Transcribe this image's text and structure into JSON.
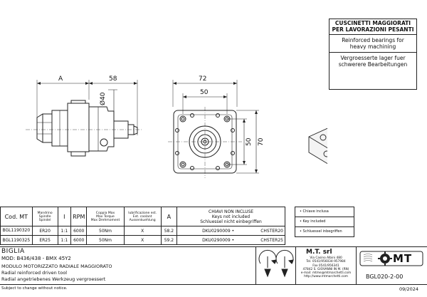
{
  "header": {
    "title_it": "CUSCINETTI MAGGIORATI\nPER LAVORAZIONI PESANTI",
    "title_en": "Reinforced bearings for\nheavy machining",
    "title_de": "Vergroesserte lager fuer\nschwerere Bearbeitungen"
  },
  "dimensions": {
    "a": "A",
    "d58": "58",
    "d40": "Ø40",
    "d72": "72",
    "d50h": "50",
    "d50v": "50",
    "d70": "70"
  },
  "table": {
    "headers": {
      "cod": "Cod. MT",
      "mandrino": "Mandrino\nSpindle\nSpindel",
      "ratio": "I",
      "rpm": "RPM",
      "coppia": "Coppia Max\nMax Torque\nMax Drehmoment",
      "lubrificazione": "lubrificazione est.\nExt. coolant\nAussenkuehlung",
      "a": "A",
      "chiavi": "CHIAVI NON INCLUSE\nKeys not included\nSchluessel nicht einbegriffen"
    },
    "rows": [
      {
        "cod": "BGL1190320",
        "spindle": "ER20",
        "ratio": "1:1",
        "rpm": "6000",
        "torque": "50Nm",
        "coolant": "X",
        "a": "58.2",
        "key1": "DKU0290009 •",
        "key2": "CHSTER20"
      },
      {
        "cod": "BGL1190325",
        "spindle": "ER25",
        "ratio": "1:1",
        "rpm": "6000",
        "torque": "50Nm",
        "coolant": "X",
        "a": "59.2",
        "key1": "DKU0290009 •",
        "key2": "CHSTER25"
      }
    ]
  },
  "legend": {
    "item1": "• Chiave inclusa",
    "item2": "• Key included",
    "item3": "• Schluessel inbegriffen"
  },
  "footer": {
    "name": "BIGLIA",
    "mod": "MOD: B436/438  -  BMX 45Y2",
    "desc_it": "MODULO MOTORIZZATO RADIALE MAGGIORATO",
    "desc_en": "Radial reinforced driven tool",
    "desc_de": "Radial angetriebenes Werkzeug vergroessert",
    "note": "Subject to change without notice.",
    "company": "M.T. srl",
    "address": "Via Casino Albini 480\nTel. 0541/956034-957984\nFax 0541/956341\n47842 S. GIOVANNI IN M. (RN)\ne-mail: mtme@mtmarchetti.com\nhttp://www.mtmarchetti.com",
    "logo": "MT",
    "code": "BGL020-2-00",
    "date": "09/2024"
  }
}
